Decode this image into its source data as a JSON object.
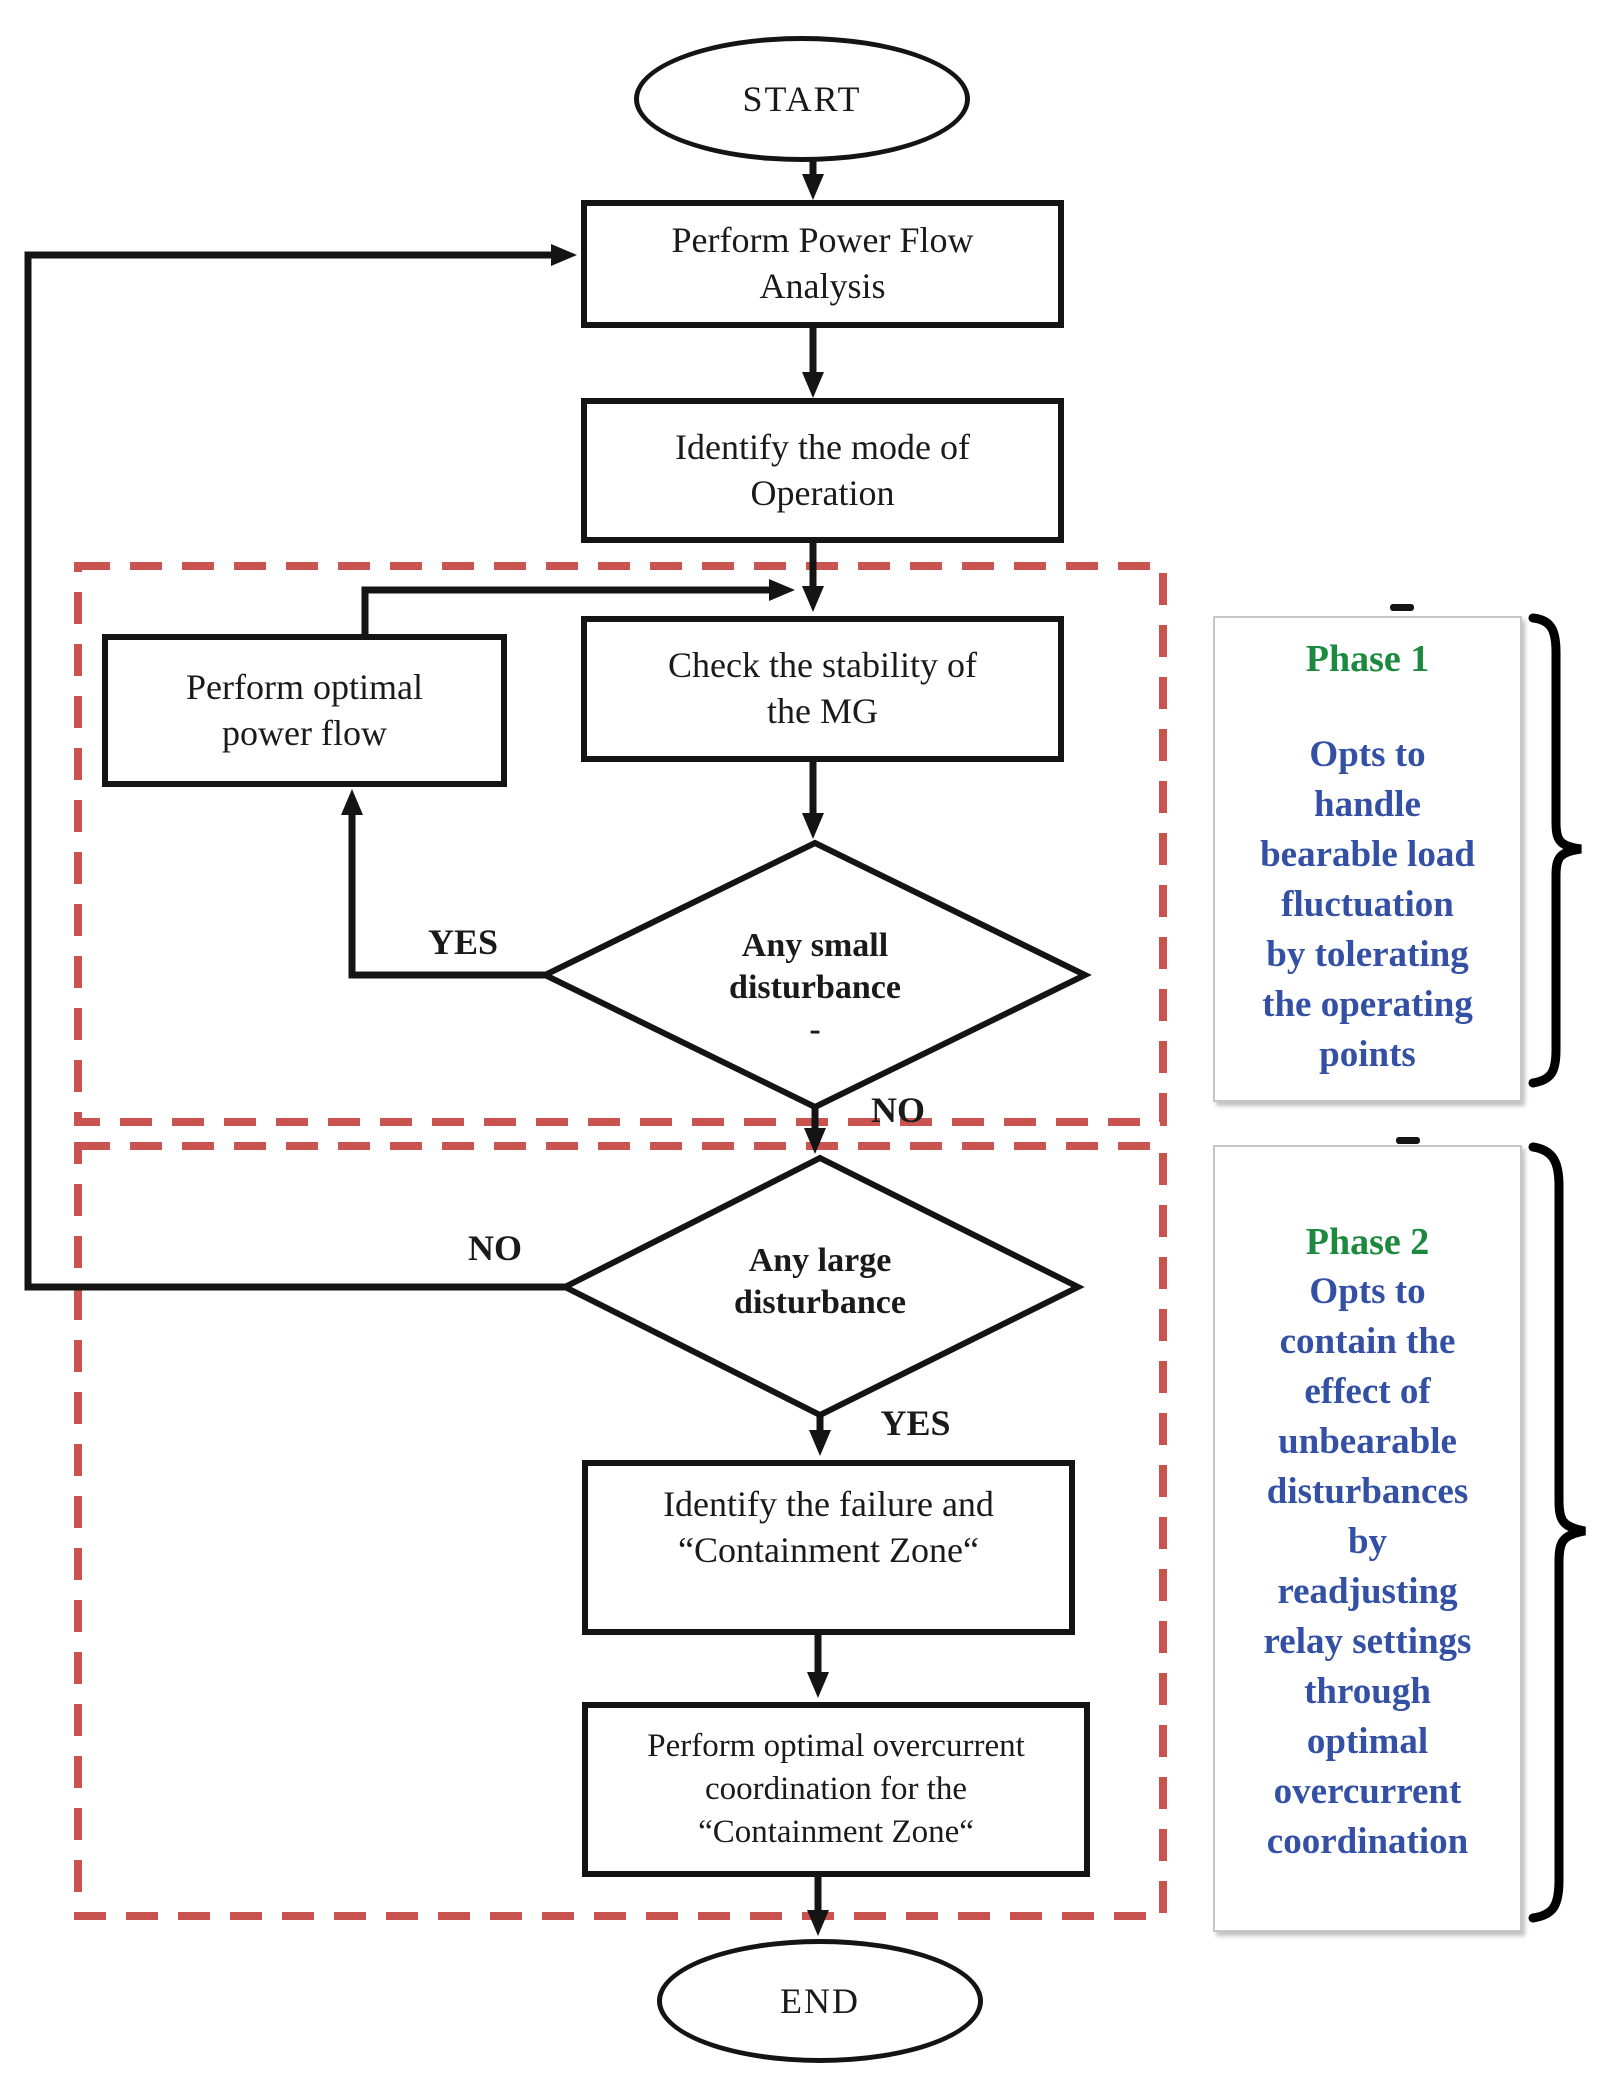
{
  "flowchart": {
    "start_label": "START",
    "end_label": "END",
    "nodes": {
      "power_flow": "Perform Power Flow\nAnalysis",
      "identify_mode": "Identify the mode of\nOperation",
      "check_stability": "Check the stability of\nthe MG",
      "optimal_power_flow": "Perform optimal\npower flow",
      "small_disturbance": "Any small\ndisturbance\n-",
      "large_disturbance": "Any large\ndisturbance",
      "identify_failure": "Identify the failure and\n“Containment Zone“",
      "overcurrent_coordination": "Perform optimal overcurrent\ncoordination for the\n“Containment Zone“"
    },
    "labels": {
      "yes_small": "YES",
      "no_small": "NO",
      "no_large": "NO",
      "yes_large": "YES"
    }
  },
  "phase1": {
    "title": "Phase 1",
    "description": "Opts to\nhandle\nbearable load\nfluctuation\nby tolerating\nthe operating\npoints"
  },
  "phase2": {
    "title": "Phase 2",
    "description": "Opts to\ncontain the\neffect of\nunbearable\ndisturbances\nby\nreadjusting\nrelay settings\nthrough\noptimal\novercurrent\ncoordination"
  },
  "colors": {
    "phase_boundary_red": "#c9534f",
    "phase_title_green": "#1c8a3e",
    "phase_text_blue": "#3350a5",
    "line_black": "#141414"
  }
}
